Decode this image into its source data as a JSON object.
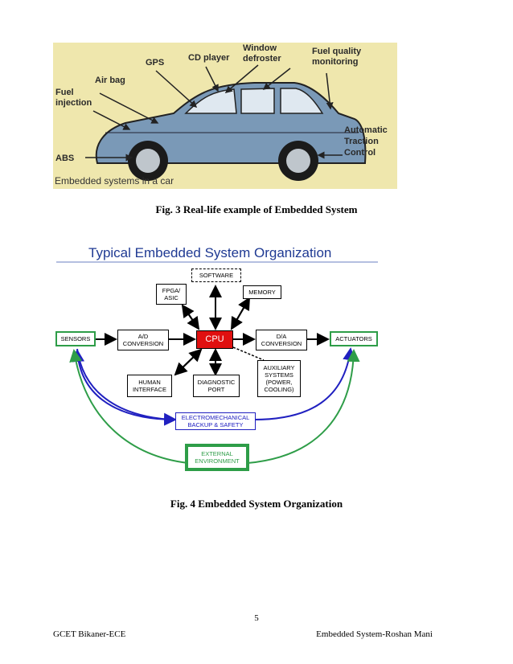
{
  "figure3": {
    "labels": {
      "gps": "GPS",
      "cd_player": "CD player",
      "window_defroster": "Window\ndefroster",
      "fuel_quality": "Fuel quality\nmonitoring",
      "air_bag": "Air bag",
      "fuel_injection": "Fuel\ninjection",
      "abs": "ABS",
      "traction_control": "Automatic\nTraction\nControl"
    },
    "image_caption": "Embedded systems in a car",
    "caption": "Fig. 3 Real-life example of Embedded System"
  },
  "figure4": {
    "title": "Typical Embedded System Organization",
    "boxes": {
      "software": "SOFTWARE",
      "fpga": "FPGA/\nASIC",
      "memory": "MEMORY",
      "sensors": "SENSORS",
      "ad": "A/D\nCONVERSION",
      "cpu": "CPU",
      "da": "D/A\nCONVERSION",
      "actuators": "ACTUATORS",
      "human": "HUMAN\nINTERFACE",
      "diagnostic": "DIAGNOSTIC\nPORT",
      "auxiliary": "AUXILIARY\nSYSTEMS\n(POWER,\nCOOLING)",
      "electromechanical": "ELECTROMECHANICAL\nBACKUP & SAFETY",
      "external": "EXTERNAL\nENVIRONMENT"
    },
    "caption": "Fig. 4 Embedded System Organization"
  },
  "footer": {
    "page_number": "5",
    "left": "GCET Bikaner-ECE",
    "right": "Embedded System-Roshan Mani"
  },
  "colors": {
    "car_background": "#efe7ad",
    "title_blue": "#1f3a93",
    "cpu_red": "#e01010",
    "green_line": "#2e9d48",
    "blue_line": "#2020c0"
  }
}
